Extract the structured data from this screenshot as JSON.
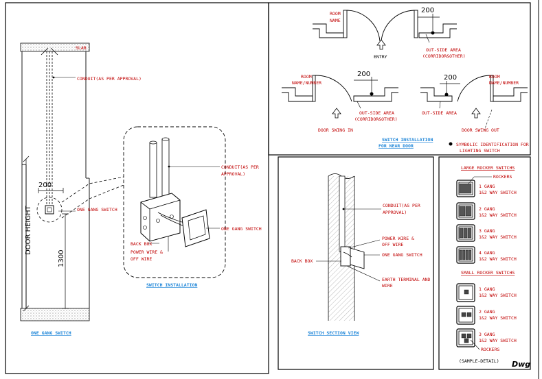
{
  "left_panel": {
    "slab": "SLAB",
    "conduit": "CONDUIT(AS PER APPROVAL)",
    "dim_200": "200",
    "one_gang": "ONE GANG SWITCH",
    "door_height": "DOOR HEIGHT",
    "dim_1300": "1300",
    "title": "ONE GANG SWITCH"
  },
  "detail_bubble": {
    "conduit": "CONDUIT(AS PER APPROVAL)",
    "one_gang": "ONE GANG SWITCH",
    "back_box": "BACK BOX",
    "power_wire": "POWER WIRE & OFF WIRE",
    "title": "SWITCH INSTALLATION"
  },
  "top_right": {
    "room_name_top": "ROOM NAME",
    "dim_200_top": "200",
    "entry": "ENTRY",
    "outside_top": "OUT-SIDE AREA (CORRIDOR&OTHER)",
    "room_number_left": "ROOM NAME/NUMBER",
    "dim_200_left": "200",
    "outside_left": "OUT-SIDE AREA (CORRIDOR&OTHER)",
    "swing_in": "DOOR SWING IN",
    "dim_200_right": "200",
    "room_number_right": "ROOM NAME/NUMBER",
    "outside_right": "OUT-SIDE AREA",
    "swing_out": "DOOR SWING OUT",
    "symbolic": "SYMBOLIC IDENTIFICATION FOR LIGHTING SWITCH",
    "title": "SWITCH INSTALLATION FOR NEAR DOOR"
  },
  "section": {
    "conduit": "CONDUIT(AS PER APPROVAL)",
    "power_wire": "POWER WIRE & OFF WIRE",
    "one_gang": "ONE GANG SWITCH",
    "back_box": "BACK BOX",
    "earth": "EARTH TERMINAL AND WIRE",
    "title": "SWITCH SECTION VIEW"
  },
  "rocker": {
    "large_title": "LARGE ROCKER SWITCHS",
    "rockers_top": "ROCKERS",
    "items_large": [
      {
        "gang": "1 GANG",
        "way": "1&2 WAY SWITCH"
      },
      {
        "gang": "2 GANG",
        "way": "1&2 WAY SWITCH"
      },
      {
        "gang": "3 GANG",
        "way": "1&2 WAY SWITCH"
      },
      {
        "gang": "4 GANG",
        "way": "1&2 WAY SWITCH"
      }
    ],
    "small_title": "SMALL ROCKER SWITCHS",
    "items_small": [
      {
        "gang": "1 GANG",
        "way": "1&2 WAY SWITCH"
      },
      {
        "gang": "2 GANG",
        "way": "1&2 WAY SWITCH"
      },
      {
        "gang": "3 GANG",
        "way": "1&2 WAY SWITCH"
      }
    ],
    "rockers_bottom": "ROCKERS",
    "sample": "(SAMPLE-DETAIL)",
    "logo": "Dwg"
  }
}
